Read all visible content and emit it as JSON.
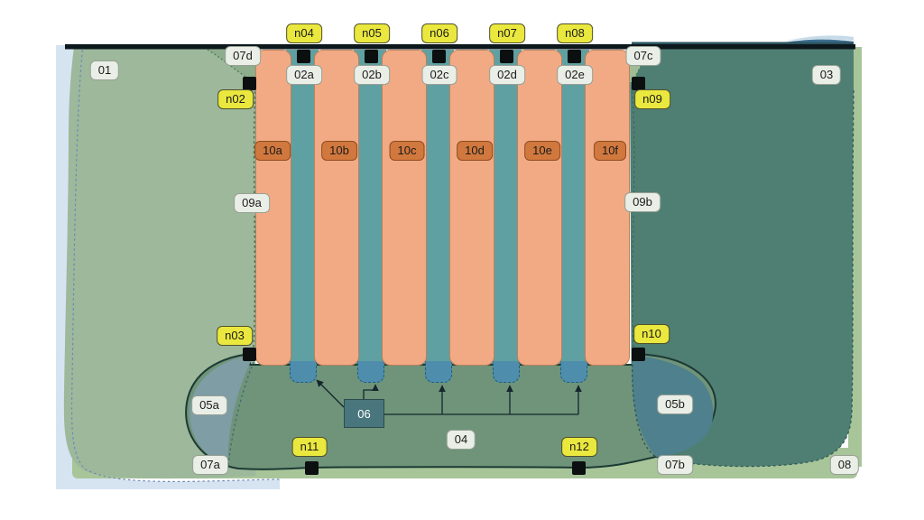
{
  "diagram": {
    "title": "barrage-sluice-complex-map",
    "region_labels": {
      "r01": "01",
      "r03": "03",
      "r04": "04",
      "r05a": "05a",
      "r05b": "05b",
      "r06": "06",
      "r07a": "07a",
      "r07b": "07b",
      "r07c": "07c",
      "r07d": "07d",
      "r08": "08",
      "r09a": "09a",
      "r09b": "09b"
    },
    "channel_labels": [
      "02a",
      "02b",
      "02c",
      "02d",
      "02e"
    ],
    "pier_labels": [
      "10a",
      "10b",
      "10c",
      "10d",
      "10e",
      "10f"
    ],
    "node_labels": [
      "n02",
      "n03",
      "n04",
      "n05",
      "n06",
      "n07",
      "n08",
      "n09",
      "n10",
      "n11",
      "n12"
    ],
    "colors": {
      "pier_fill": "#F2AA85",
      "pier_label_fill": "#D1783E",
      "channel_fill": "#5FA1A2",
      "gate_stub_fill": "#4F8DAC",
      "region_01_fill": "#9DB89B",
      "region_03_fill": "#4F7E73",
      "region_04_fill": "#6F9479",
      "region_05a_fill": "#7E9DA5",
      "region_05b_fill": "#4E818D",
      "shore_strip_fill": "#A8C599",
      "water_fill": "#D6E4F2",
      "node_fill": "#0B0F10",
      "label_yellow_fill": "#EAE83E",
      "label_gray_fill": "#E9EEE6",
      "box_06_fill": "#49767D",
      "top_barrier_fill": "#0D181D"
    }
  }
}
